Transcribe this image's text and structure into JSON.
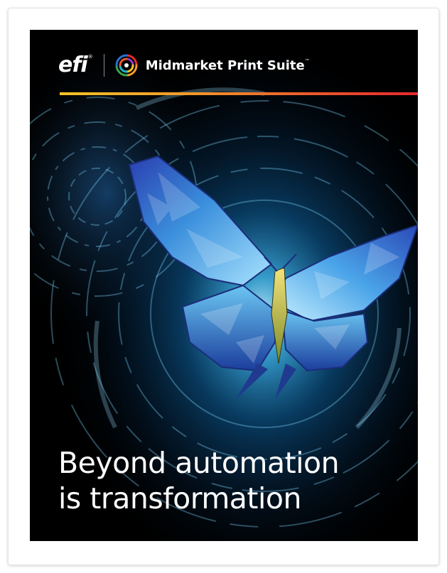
{
  "brand": {
    "company_logo": "efi",
    "trademark_mark": "®",
    "product_name": "Midmarket Print Suite",
    "trademark": "™",
    "product_icon": "rainbow-swirl-icon"
  },
  "colors": {
    "background": "#000000",
    "accent_gradient": [
      "#f7c325",
      "#f39a2a",
      "#ec5a2b",
      "#e7282c"
    ],
    "glow": "#1a8fd6",
    "butterfly": "#3a86d8"
  },
  "headline": {
    "line1": "Beyond automation",
    "line2": "is transformation"
  }
}
